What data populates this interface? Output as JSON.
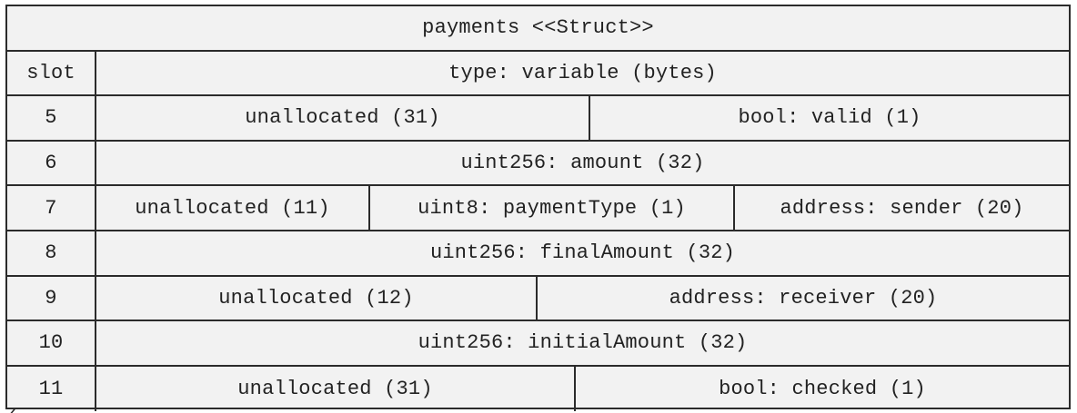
{
  "title": "payments <<Struct>>",
  "header": {
    "slot_label": "slot",
    "type_label": "type: variable (bytes)"
  },
  "rows": [
    {
      "slot": "5",
      "fields": [
        "unallocated (31)",
        "bool: valid (1)"
      ]
    },
    {
      "slot": "6",
      "fields": [
        "uint256: amount (32)"
      ]
    },
    {
      "slot": "7",
      "fields": [
        "unallocated (11)",
        "uint8: paymentType (1)",
        "address: sender (20)"
      ]
    },
    {
      "slot": "8",
      "fields": [
        "uint256: finalAmount (32)"
      ]
    },
    {
      "slot": "9",
      "fields": [
        "unallocated (12)",
        "address: receiver (20)"
      ]
    },
    {
      "slot": "10",
      "fields": [
        "uint256: initialAmount (32)"
      ]
    },
    {
      "slot": "11",
      "fields": [
        "unallocated (31)",
        "bool: checked (1)"
      ]
    }
  ]
}
